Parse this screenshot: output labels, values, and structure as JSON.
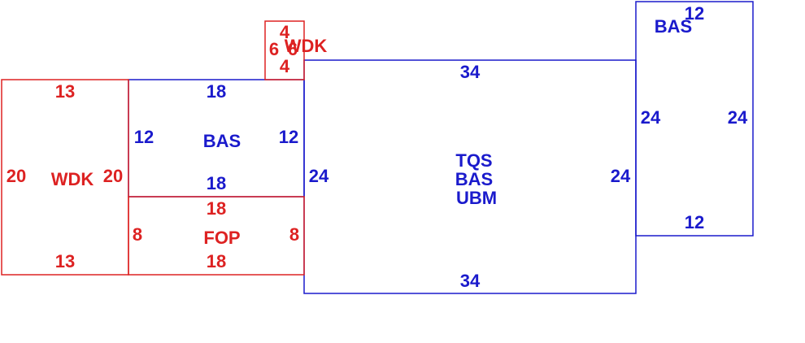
{
  "colors": {
    "living": "#1a1acc",
    "addition": "#dd2222"
  },
  "areas": {
    "main": {
      "codes": [
        "TQS",
        "BAS",
        "UBM"
      ],
      "top": "34",
      "bottom": "34",
      "left": "24",
      "right": "24"
    },
    "right_wing": {
      "code": "BAS",
      "top": "12",
      "bottom": "12",
      "left": "24",
      "right": "24"
    },
    "left_bas": {
      "code": "BAS",
      "top": "18",
      "bottom": "18",
      "left": "12",
      "right": "12"
    },
    "porch": {
      "code": "FOP",
      "top": "18",
      "bottom": "18",
      "left": "8",
      "right": "8"
    },
    "deck_left": {
      "code": "WDK",
      "top": "13",
      "bottom": "13",
      "left": "20",
      "right": "20"
    },
    "deck_small": {
      "code": "WDK",
      "top": "4",
      "bottom": "4",
      "left": "6",
      "right": "6"
    }
  }
}
